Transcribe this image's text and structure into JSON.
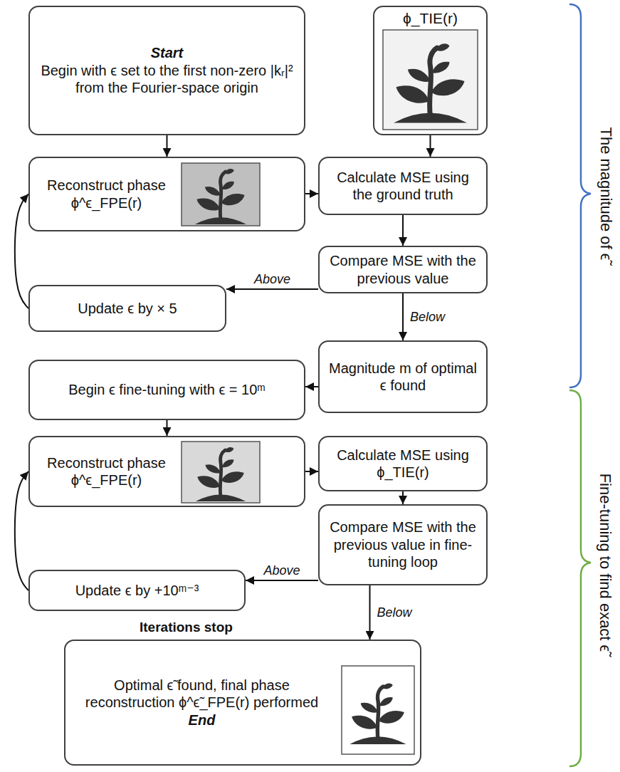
{
  "diagram": {
    "nodes": [
      {
        "text": [
          "Start",
          "Begin with ϵ set to the first non-zero |kᵣ|² from the Fourier-space origin"
        ]
      },
      {
        "text": [
          "ϕ_TIE(r)"
        ]
      },
      {
        "text": [
          "Reconstruct phase ϕ^ϵ_FPE(r)"
        ]
      },
      {
        "text": [
          "Calculate MSE using the ground truth"
        ]
      },
      {
        "text": [
          "Compare MSE with the previous value"
        ]
      },
      {
        "text": [
          "Update ϵ by × 5"
        ]
      },
      {
        "text": [
          "Magnitude m of optimal ϵ found"
        ]
      },
      {
        "text": [
          "Begin ϵ fine-tuning with ϵ = 10ᵐ"
        ]
      },
      {
        "text": [
          "Reconstruct phase ϕ^ϵ_FPE(r)"
        ]
      },
      {
        "text": [
          "Calculate MSE using ϕ_TIE(r)"
        ]
      },
      {
        "text": [
          "Compare MSE with the previous value in fine-tuning loop"
        ]
      },
      {
        "text": [
          "Update ϵ by +10ᵐ⁻³"
        ]
      },
      {
        "text": [
          "Iterations stop",
          "Optimal ϵ̃ found, final phase reconstruction ϕ^ϵ̃_FPE(r) performed",
          "End"
        ]
      }
    ],
    "edges": [
      {
        "from": 0,
        "to": 2,
        "arrow": "to"
      },
      {
        "from": 1,
        "to": 3,
        "arrow": "to"
      },
      {
        "from": 2,
        "to": 3,
        "arrow": "to"
      },
      {
        "from": 3,
        "to": 4,
        "arrow": "to"
      },
      {
        "from": 4,
        "to": 5,
        "label": "Above",
        "arrow": "to"
      },
      {
        "from": 5,
        "to": 2,
        "arrow": "to"
      },
      {
        "from": 4,
        "to": 6,
        "label": "Below",
        "arrow": "to"
      },
      {
        "from": 6,
        "to": 7,
        "arrow": "to"
      },
      {
        "from": 7,
        "to": 8,
        "arrow": "to"
      },
      {
        "from": 8,
        "to": 9,
        "arrow": "to"
      },
      {
        "from": 9,
        "to": 10,
        "arrow": "to"
      },
      {
        "from": 10,
        "to": 11,
        "label": "Above",
        "arrow": "to"
      },
      {
        "from": 11,
        "to": 8,
        "arrow": "to"
      },
      {
        "from": 10,
        "to": 12,
        "label": "Below",
        "arrow": "to"
      }
    ],
    "labels": [
      "The magnitude of ϵ̃",
      "Fine-tuning to find exact ϵ̃"
    ]
  }
}
